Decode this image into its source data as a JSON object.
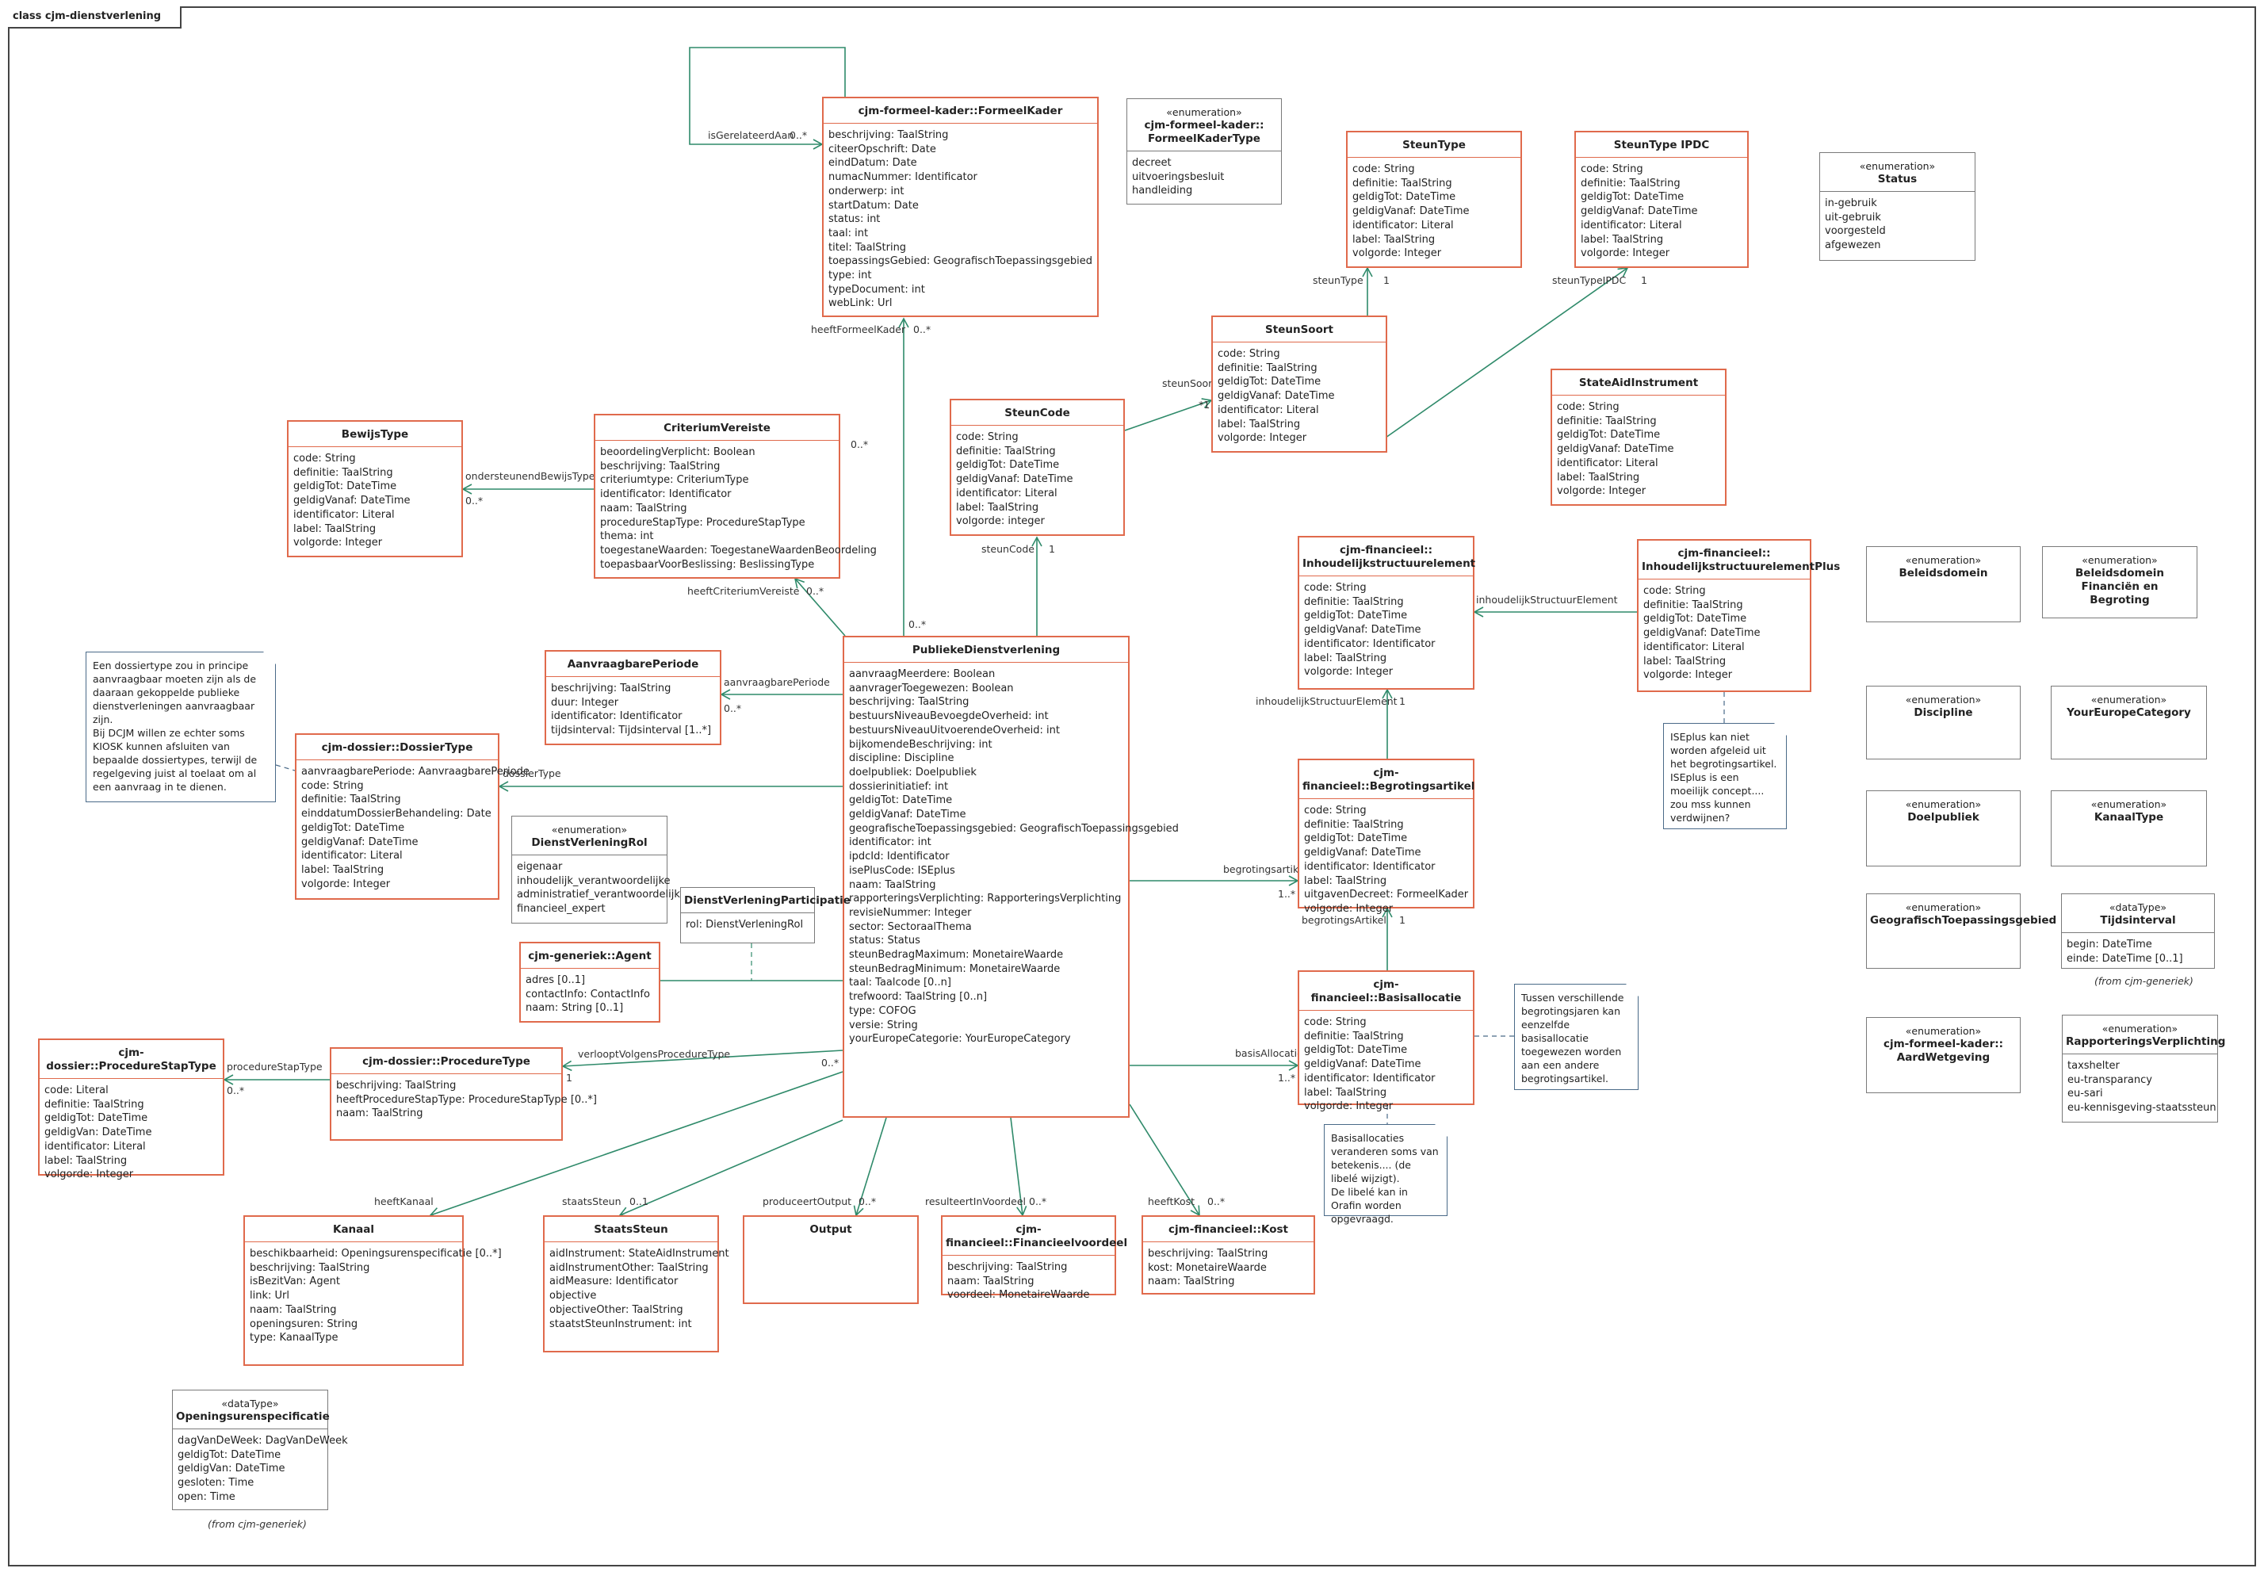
{
  "diagram_title": "class cjm-dienstverlening",
  "classes": {
    "formeelkader": {
      "name": "cjm-formeel-kader::FormeelKader",
      "attrs": [
        "beschrijving: TaalString",
        "citeerOpschrift: Date",
        "eindDatum: Date",
        "numacNummer: Identificator",
        "onderwerp: int",
        "startDatum: Date",
        "status: int",
        "taal: int",
        "titel: TaalString",
        "toepassingsGebied: GeografischToepassingsgebied",
        "type: int",
        "typeDocument: int",
        "webLink: Url"
      ]
    },
    "formeelkadertype": {
      "stereo": "«enumeration»",
      "name": "cjm-formeel-kader::\nFormeelKaderType",
      "attrs": [
        "decreet",
        "uitvoeringsbesluit",
        "handleiding"
      ]
    },
    "steuntype": {
      "name": "SteunType",
      "attrs": [
        "code: String",
        "definitie: TaalString",
        "geldigTot: DateTime",
        "geldigVanaf: DateTime",
        "identificator: Literal",
        "label: TaalString",
        "volgorde: Integer"
      ]
    },
    "steuntypeipdc": {
      "name": "SteunType IPDC",
      "attrs": [
        "code: String",
        "definitie: TaalString",
        "geldigTot: DateTime",
        "geldigVanaf: DateTime",
        "identificator: Literal",
        "label: TaalString",
        "volgorde: Integer"
      ]
    },
    "status": {
      "stereo": "«enumeration»",
      "name": "Status",
      "attrs": [
        "in-gebruik",
        "uit-gebruik",
        "voorgesteld",
        "afgewezen"
      ]
    },
    "steunsoort": {
      "name": "SteunSoort",
      "attrs": [
        "code: String",
        "definitie: TaalString",
        "geldigTot: DateTime",
        "geldigVanaf: DateTime",
        "identificator: Literal",
        "label: TaalString",
        "volgorde: Integer"
      ]
    },
    "stateaid": {
      "name": "StateAidInstrument",
      "attrs": [
        "code: String",
        "definitie: TaalString",
        "geldigTot: DateTime",
        "geldigVanaf: DateTime",
        "identificator: Literal",
        "label: TaalString",
        "volgorde: Integer"
      ]
    },
    "bewijstype": {
      "name": "BewijsType",
      "attrs": [
        "code: String",
        "definitie: TaalString",
        "geldigTot: DateTime",
        "geldigVanaf: DateTime",
        "identificator: Literal",
        "label: TaalString",
        "volgorde: Integer"
      ]
    },
    "criteriumvereiste": {
      "name": "CriteriumVereiste",
      "attrs": [
        "beoordelingVerplicht: Boolean",
        "beschrijving: TaalString",
        "criteriumtype: CriteriumType",
        "identificator: Identificator",
        "naam: TaalString",
        "procedureStapType: ProcedureStapType",
        "thema: int",
        "toegestaneWaarden: ToegestaneWaardenBeoordeling",
        "toepasbaarVoorBeslissing: BeslissingType"
      ]
    },
    "steuncode": {
      "name": "SteunCode",
      "attrs": [
        "code: String",
        "definitie: TaalString",
        "geldigTot: DateTime",
        "geldigVanaf: DateTime",
        "identificator: Literal",
        "label: TaalString",
        "volgorde: integer"
      ]
    },
    "inhoudelijk": {
      "name": "cjm-financieel::\nInhoudelijkstructuurelement",
      "attrs": [
        "code: String",
        "definitie: TaalString",
        "geldigTot: DateTime",
        "geldigVanaf: DateTime",
        "identificator: Identificator",
        "label: TaalString",
        "volgorde: Integer"
      ]
    },
    "inhoudelijkplus": {
      "name": "cjm-financieel::\nInhoudelijkstructuurelementPlus",
      "attrs": [
        "code: String",
        "definitie: TaalString",
        "geldigTot: DateTime",
        "geldigVanaf: DateTime",
        "identificator: Literal",
        "label: TaalString",
        "volgorde: Integer"
      ]
    },
    "aanvraagbare": {
      "name": "AanvraagbarePeriode",
      "attrs": [
        "beschrijving: TaalString",
        "duur: Integer",
        "identificator: Identificator",
        "tijdsinterval: Tijdsinterval [1..*]"
      ]
    },
    "publieke": {
      "name": "PubliekeDienstverlening",
      "attrs": [
        "aanvraagMeerdere: Boolean",
        "aanvragerToegewezen: Boolean",
        "beschrijving: TaalString",
        "bestuursNiveauBevoegdeOverheid: int",
        "bestuursNiveauUitvoerendeOverheid: int",
        "bijkomendeBeschrijving: int",
        "discipline: Discipline",
        "doelpubliek: Doelpubliek",
        "dossierinitiatief: int",
        "geldigTot: DateTime",
        "geldigVanaf: DateTime",
        "geografischeToepassingsgebied: GeografischToepassingsgebied",
        "identificator: int",
        "ipdcId: Identificator",
        "isePlusCode: ISEplus",
        "naam: TaalString",
        "rapporteringsVerplichting: RapporteringsVerplichting",
        "revisieNummer: Integer",
        "sector: SectoraalThema",
        "status: Status",
        "steunBedragMaximum: MonetaireWaarde",
        "steunBedragMinimum: MonetaireWaarde",
        "taal: Taalcode [0..n]",
        "trefwoord: TaalString [0..n]",
        "type: COFOG",
        "versie: String",
        "yourEuropeCategorie: YourEuropeCategory"
      ]
    },
    "dossiertype": {
      "name": "cjm-dossier::DossierType",
      "attrs": [
        "aanvraagbarePeriode: AanvraagbarePeriode",
        "code: String",
        "definitie: TaalString",
        "einddatumDossierBehandeling: Date",
        "geldigTot: DateTime",
        "geldigVanaf: DateTime",
        "identificator: Literal",
        "label: TaalString",
        "volgorde: Integer"
      ]
    },
    "dienstrol": {
      "stereo": "«enumeration»",
      "name": "DienstVerleningRol",
      "attrs": [
        "eigenaar",
        "inhoudelijk_verantwoordelijke",
        "administratief_verantwoordelijke",
        "financieel_expert"
      ]
    },
    "participatie": {
      "name": "DienstVerleningParticipatie",
      "attrs": [
        "rol: DienstVerleningRol"
      ]
    },
    "agent": {
      "name": "cjm-generiek::Agent",
      "attrs": [
        "adres [0..1]",
        "contactInfo: ContactInfo",
        "naam: String [0..1]"
      ]
    },
    "begroting": {
      "name": "cjm-financieel::Begrotingsartikel",
      "attrs": [
        "code: String",
        "definitie: TaalString",
        "geldigTot: DateTime",
        "geldigVanaf: DateTime",
        "identificator: Identificator",
        "label: TaalString",
        "uitgavenDecreet: FormeelKader",
        "volgorde: Integer"
      ]
    },
    "basisallocatie": {
      "name": "cjm-financieel::Basisallocatie",
      "attrs": [
        "code: String",
        "definitie: TaalString",
        "geldigTot: DateTime",
        "geldigVanaf: DateTime",
        "identificator: Identificator",
        "label: TaalString",
        "volgorde: Integer"
      ]
    },
    "procedurestaptype": {
      "name": "cjm-dossier::ProcedureStapType",
      "attrs": [
        "code: Literal",
        "definitie: TaalString",
        "geldigTot: DateTime",
        "geldigVan: DateTime",
        "identificator: Literal",
        "label: TaalString",
        "volgorde: Integer"
      ]
    },
    "proceduretype": {
      "name": "cjm-dossier::ProcedureType",
      "attrs": [
        "beschrijving: TaalString",
        "heeftProcedureStapType: ProcedureStapType [0..*]",
        "naam: TaalString"
      ]
    },
    "kanaal": {
      "name": "Kanaal",
      "attrs": [
        "beschikbaarheid: Openingsurenspecificatie [0..*]",
        "beschrijving: TaalString",
        "isBezitVan: Agent",
        "link: Url",
        "naam: TaalString",
        "openingsuren: String",
        "type: KanaalType"
      ]
    },
    "staatssteun": {
      "name": "StaatsSteun",
      "attrs": [
        "aidInstrument: StateAidInstrument",
        "aidInstrumentOther: TaalString",
        "aidMeasure: Identificator",
        "objective",
        "objectiveOther: TaalString",
        "staatstSteunInstrument: int"
      ]
    },
    "output": {
      "name": "Output",
      "attrs": []
    },
    "financieelvoordeel": {
      "name": "cjm-financieel::Financieelvoordeel",
      "attrs": [
        "beschrijving: TaalString",
        "naam: TaalString",
        "voordeel: MonetaireWaarde"
      ]
    },
    "kost": {
      "name": "cjm-financieel::Kost",
      "attrs": [
        "beschrijving: TaalString",
        "kost: MonetaireWaarde",
        "naam: TaalString"
      ]
    },
    "openingsuren": {
      "stereo": "«dataType»",
      "name": "Openingsurenspecificatie",
      "attrs": [
        "dagVanDeWeek: DagVanDeWeek",
        "geldigTot: DateTime",
        "geldigVan: DateTime",
        "gesloten: Time",
        "open: Time"
      ]
    },
    "beleidsdomein": {
      "stereo": "«enumeration»",
      "name": "Beleidsdomein",
      "attrs": []
    },
    "beleidsdomeinfin": {
      "stereo": "«enumeration»",
      "name": "Beleidsdomein Financiën en\nBegroting",
      "attrs": []
    },
    "discipline": {
      "stereo": "«enumeration»",
      "name": "Discipline",
      "attrs": []
    },
    "youreurope": {
      "stereo": "«enumeration»",
      "name": "YourEuropeCategory",
      "attrs": []
    },
    "doelpubliek": {
      "stereo": "«enumeration»",
      "name": "Doelpubliek",
      "attrs": []
    },
    "kanaaltype": {
      "stereo": "«enumeration»",
      "name": "KanaalType",
      "attrs": []
    },
    "geografisch": {
      "stereo": "«enumeration»",
      "name": "GeografischToepassingsgebied",
      "attrs": []
    },
    "tijdsinterval": {
      "stereo": "«dataType»",
      "name": "Tijdsinterval",
      "attrs": [
        "begin: DateTime",
        "einde: DateTime [0..1]"
      ]
    },
    "aardwetgeving": {
      "stereo": "«enumeration»",
      "name": "cjm-formeel-kader::\nAardWetgeving",
      "attrs": []
    },
    "rapportering": {
      "stereo": "«enumeration»",
      "name": "RapporteringsVerplichting",
      "attrs": [
        "taxshelter",
        "eu-transparancy",
        "eu-sari",
        "eu-kennisgeving-staatssteun"
      ]
    }
  },
  "notes": {
    "dossier": "Een dossiertype zou in principe aanvraagbaar moeten zijn als de daaraan gekoppelde publieke dienstverleningen aanvraagbaar zijn.\nBij DCJM willen ze echter soms KIOSK kunnen afsluiten van bepaalde dossiertypes, terwijl de regelgeving juist al toelaat om al een aanvraag in te dienen.",
    "iseplus": "ISEplus kan niet worden afgeleid uit het begrotingsartikel.\nISEplus is een moeilijk concept.... zou mss kunnen verdwijnen?",
    "begrotingsjaren": "Tussen verschillende begrotingsjaren kan eenzelfde basisallocatie toegewezen worden aan een andere begrotingsartikel.",
    "basisallocaties": "Basisallocaties veranderen soms van betekenis.... (de libelé wijzigt).\nDe libelé kan in Orafin worden opgevraagd."
  },
  "from_labels": {
    "tijdsinterval": "(from cjm-generiek)",
    "openingsuren": "(from cjm-generiek)"
  },
  "edge_labels": {
    "isGerelateerdAan": "isGerelateerdAan",
    "isGerelateerdAan_mult": "0..*",
    "heeftFormeelKader": "heeftFormeelKader",
    "heeftFormeelKader_mult": "0..*",
    "pdv_fk_mult": "0..*",
    "steunType": "steunType",
    "steunType_mult": "1",
    "steunTypeIPDC": "steunTypeIPDC",
    "steunTypeIPDC_mult": "1",
    "steunSoort": "steunSoort",
    "steunSoort_mult": "*1",
    "ondersteunendBewijsType": "ondersteunendBewijsType",
    "ondersteunendBewijsType_mult": "0..*",
    "crit_mult_top": "0..*",
    "heeftCriteriumVereiste": "heeftCriteriumVereiste",
    "heeftCriteriumVereiste_mult": "0..*",
    "steunCode": "steunCode",
    "steunCode_mult": "1",
    "inhoudelijkStructuurElement": "inhoudelijkStructuurElement",
    "inhoudelijkStructuurElement2": "inhoudelijkStructuurElement",
    "inhoudelijkStructuurElement2_mult": "1",
    "aanvraagbarePeriode": "aanvraagbarePeriode",
    "aanvraagbarePeriode_mult": "0..*",
    "dossierType": "dossierType",
    "begrotingsartikel": "begrotingsartikel",
    "begrotingsartikel_mult": "1..*",
    "begrotingsArtikel": "begrotingsArtikel",
    "begrotingsArtikel_mult": "1",
    "basisAllocatie": "basisAllocatie",
    "basisAllocatie_mult": "1..*",
    "procedureStapType": "procedureStapType",
    "procedureStapType_mult": "0..*",
    "verlooptVolgensProcedureType": "verlooptVolgensProcedureType",
    "verlooptVolgensProcedureType_mult": "1",
    "pdv_proc_mult": "0..*",
    "heeftKanaal": "heeftKanaal",
    "staatsSteun": "staatsSteun",
    "staatsSteun_mult": "0..1",
    "produceertOutput": "produceertOutput",
    "produceertOutput_mult": "0..*",
    "resulteertInVoordeel": "resulteertInVoordeel",
    "resulteertInVoordeel_mult": "0..*",
    "heeftKost": "heeftKost",
    "heeftKost_mult": "0..*"
  }
}
